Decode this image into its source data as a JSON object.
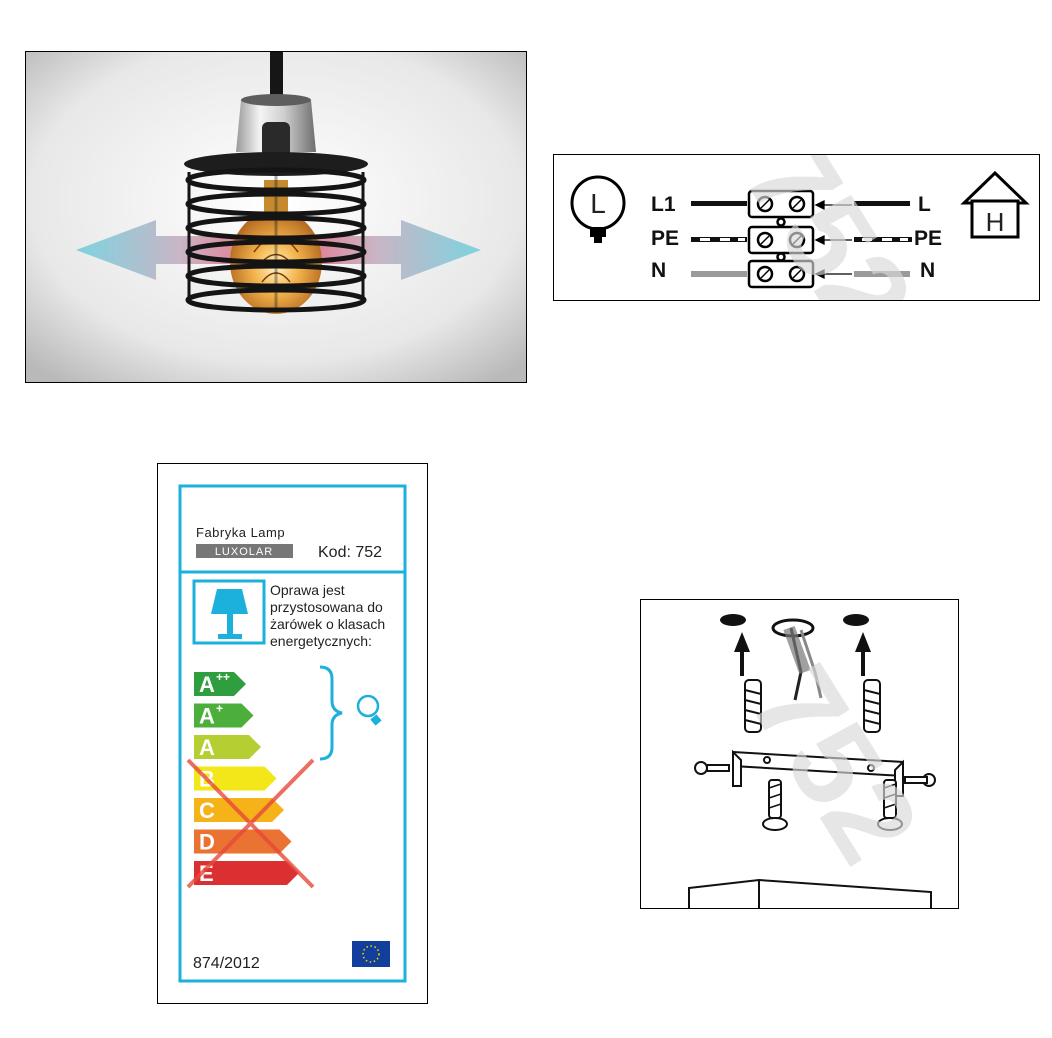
{
  "wiring": {
    "lamp_symbol": "L",
    "house_symbol": "H",
    "left_labels": [
      "L1",
      "PE",
      "N"
    ],
    "right_labels": [
      "L",
      "PE",
      "N"
    ]
  },
  "label": {
    "maker_line1": "Fabryka Lamp",
    "maker_line2": "LUXOLAR",
    "code": "Kod: 752",
    "description": [
      "Oprawa jest",
      "przystosowana do",
      "żarówek o klasach",
      "energetycznych:"
    ],
    "classes": [
      {
        "base": "A",
        "sup": "++",
        "color": "#2f9e3e",
        "allowed": true
      },
      {
        "base": "A",
        "sup": "+",
        "color": "#4caf3c",
        "allowed": true
      },
      {
        "base": "A",
        "sup": "",
        "color": "#b5cf32",
        "allowed": true
      },
      {
        "base": "B",
        "sup": "",
        "color": "#f2e400",
        "allowed": false
      },
      {
        "base": "C",
        "sup": "",
        "color": "#f5ab00",
        "allowed": false
      },
      {
        "base": "D",
        "sup": "",
        "color": "#e8631c",
        "allowed": false
      },
      {
        "base": "E",
        "sup": "",
        "color": "#d7191c",
        "allowed": false
      }
    ],
    "regulation": "874/2012",
    "accent_color": "#1cb0dc"
  },
  "watermark": "752"
}
